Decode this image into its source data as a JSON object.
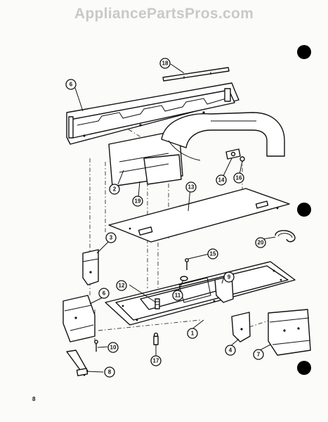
{
  "watermark": "AppliancePartsPros.com",
  "page_number": "8",
  "callouts": [
    "1",
    "2",
    "3",
    "4",
    "6",
    "7",
    "8",
    "9",
    "10",
    "11",
    "12",
    "13",
    "14",
    "15",
    "16",
    "17",
    "18",
    "19",
    "20"
  ],
  "labels": {
    "c1": "1",
    "c2": "2",
    "c3": "3",
    "c4": "4",
    "c6": "6",
    "c6b": "6",
    "c7": "7",
    "c8": "8",
    "c9": "9",
    "c10": "10",
    "c11": "11",
    "c12": "12",
    "c13": "13",
    "c14": "14",
    "c15": "15",
    "c16": "16",
    "c17": "17",
    "c18": "18",
    "c19": "19",
    "c20": "20"
  }
}
